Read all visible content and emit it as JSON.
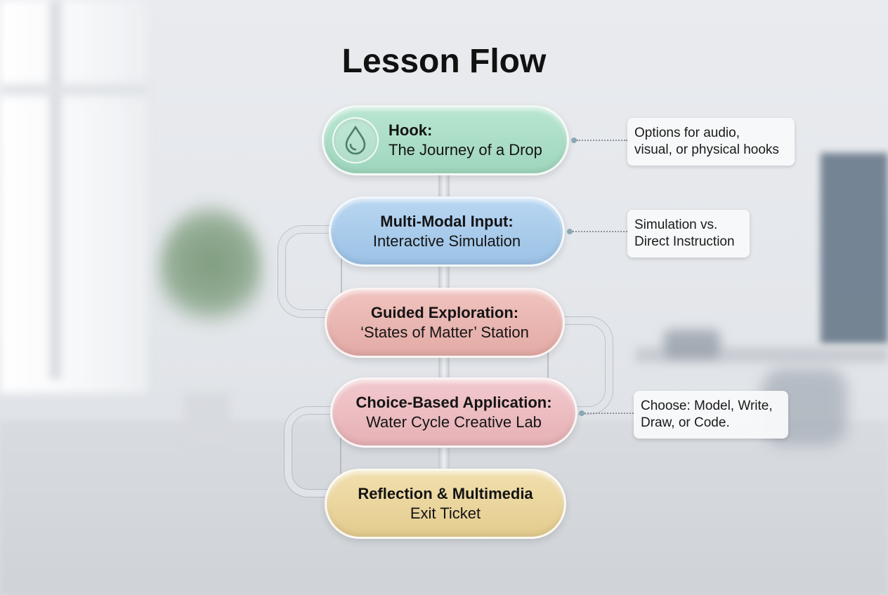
{
  "title": "Lesson Flow",
  "steps": [
    {
      "head": "Hook:",
      "sub": "The Journey of a Drop",
      "icon": "water-drop-icon",
      "color": "#a8dcc4"
    },
    {
      "head": "Multi-Modal Input:",
      "sub": "Interactive Simulation",
      "color": "#a9cbea"
    },
    {
      "head": "Guided Exploration:",
      "sub": "‘States of Matter’ Station",
      "color": "#eab5b0"
    },
    {
      "head": "Choice-Based Application:",
      "sub": "Water Cycle Creative Lab",
      "color": "#ecbcc0"
    },
    {
      "head": "Reflection & Multimedia",
      "sub": "Exit Ticket",
      "color": "#ead59e"
    }
  ],
  "notes": [
    {
      "lines": [
        "Options for audio,",
        "visual, or physical hooks"
      ]
    },
    {
      "lines": [
        "Simulation vs.",
        "Direct Instruction"
      ]
    },
    {
      "lines": [
        "Choose: Model, Write,",
        "Draw, or Code."
      ]
    }
  ]
}
